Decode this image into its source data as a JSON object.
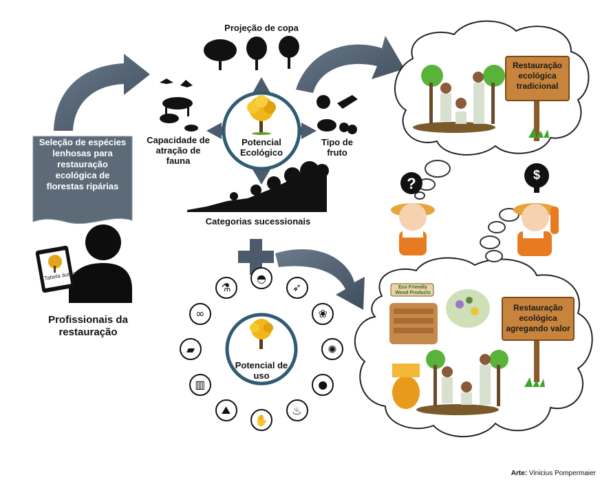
{
  "ecological": {
    "canopy_label": "Projeção de copa",
    "fauna_label": "Capacidade de atração de fauna",
    "fruit_label": "Tipo de fruto",
    "succession_label": "Categorias sucessionais",
    "center_label": "Potencial Ecológico"
  },
  "selection_banner": "Seleção de espécies lenhosas para restauração ecológica de florestas ripárias",
  "professional_label": "Profissionais da restauração",
  "tablet_label": "Tabela áurea",
  "use": {
    "center_label": "Potencial de uso",
    "icons": [
      "bowl-icon",
      "bird-icon",
      "plant-pot-icon",
      "bee-icon",
      "fruit-icon",
      "campfire-icon",
      "handmade-icon",
      "landscape-icon",
      "fence-icon",
      "cow-icon",
      "rope-icon",
      "mortar-icon"
    ]
  },
  "signs": {
    "traditional": "Restauração ecológica tradicional",
    "value_added": "Restauração ecológica agregando valor"
  },
  "eco_wood_label": "Eco Friendly Wood Products",
  "question_symbol": "?",
  "money_symbol": "$",
  "credit_label": "Arte:",
  "credit_name": "Vinicius Pompermaier",
  "colors": {
    "arrow": "#4b5b6b",
    "banner": "#5d6b78",
    "ring": "#2f5b73",
    "sign": "#b87a3a",
    "farmer_shirt": "#e87a1f"
  }
}
